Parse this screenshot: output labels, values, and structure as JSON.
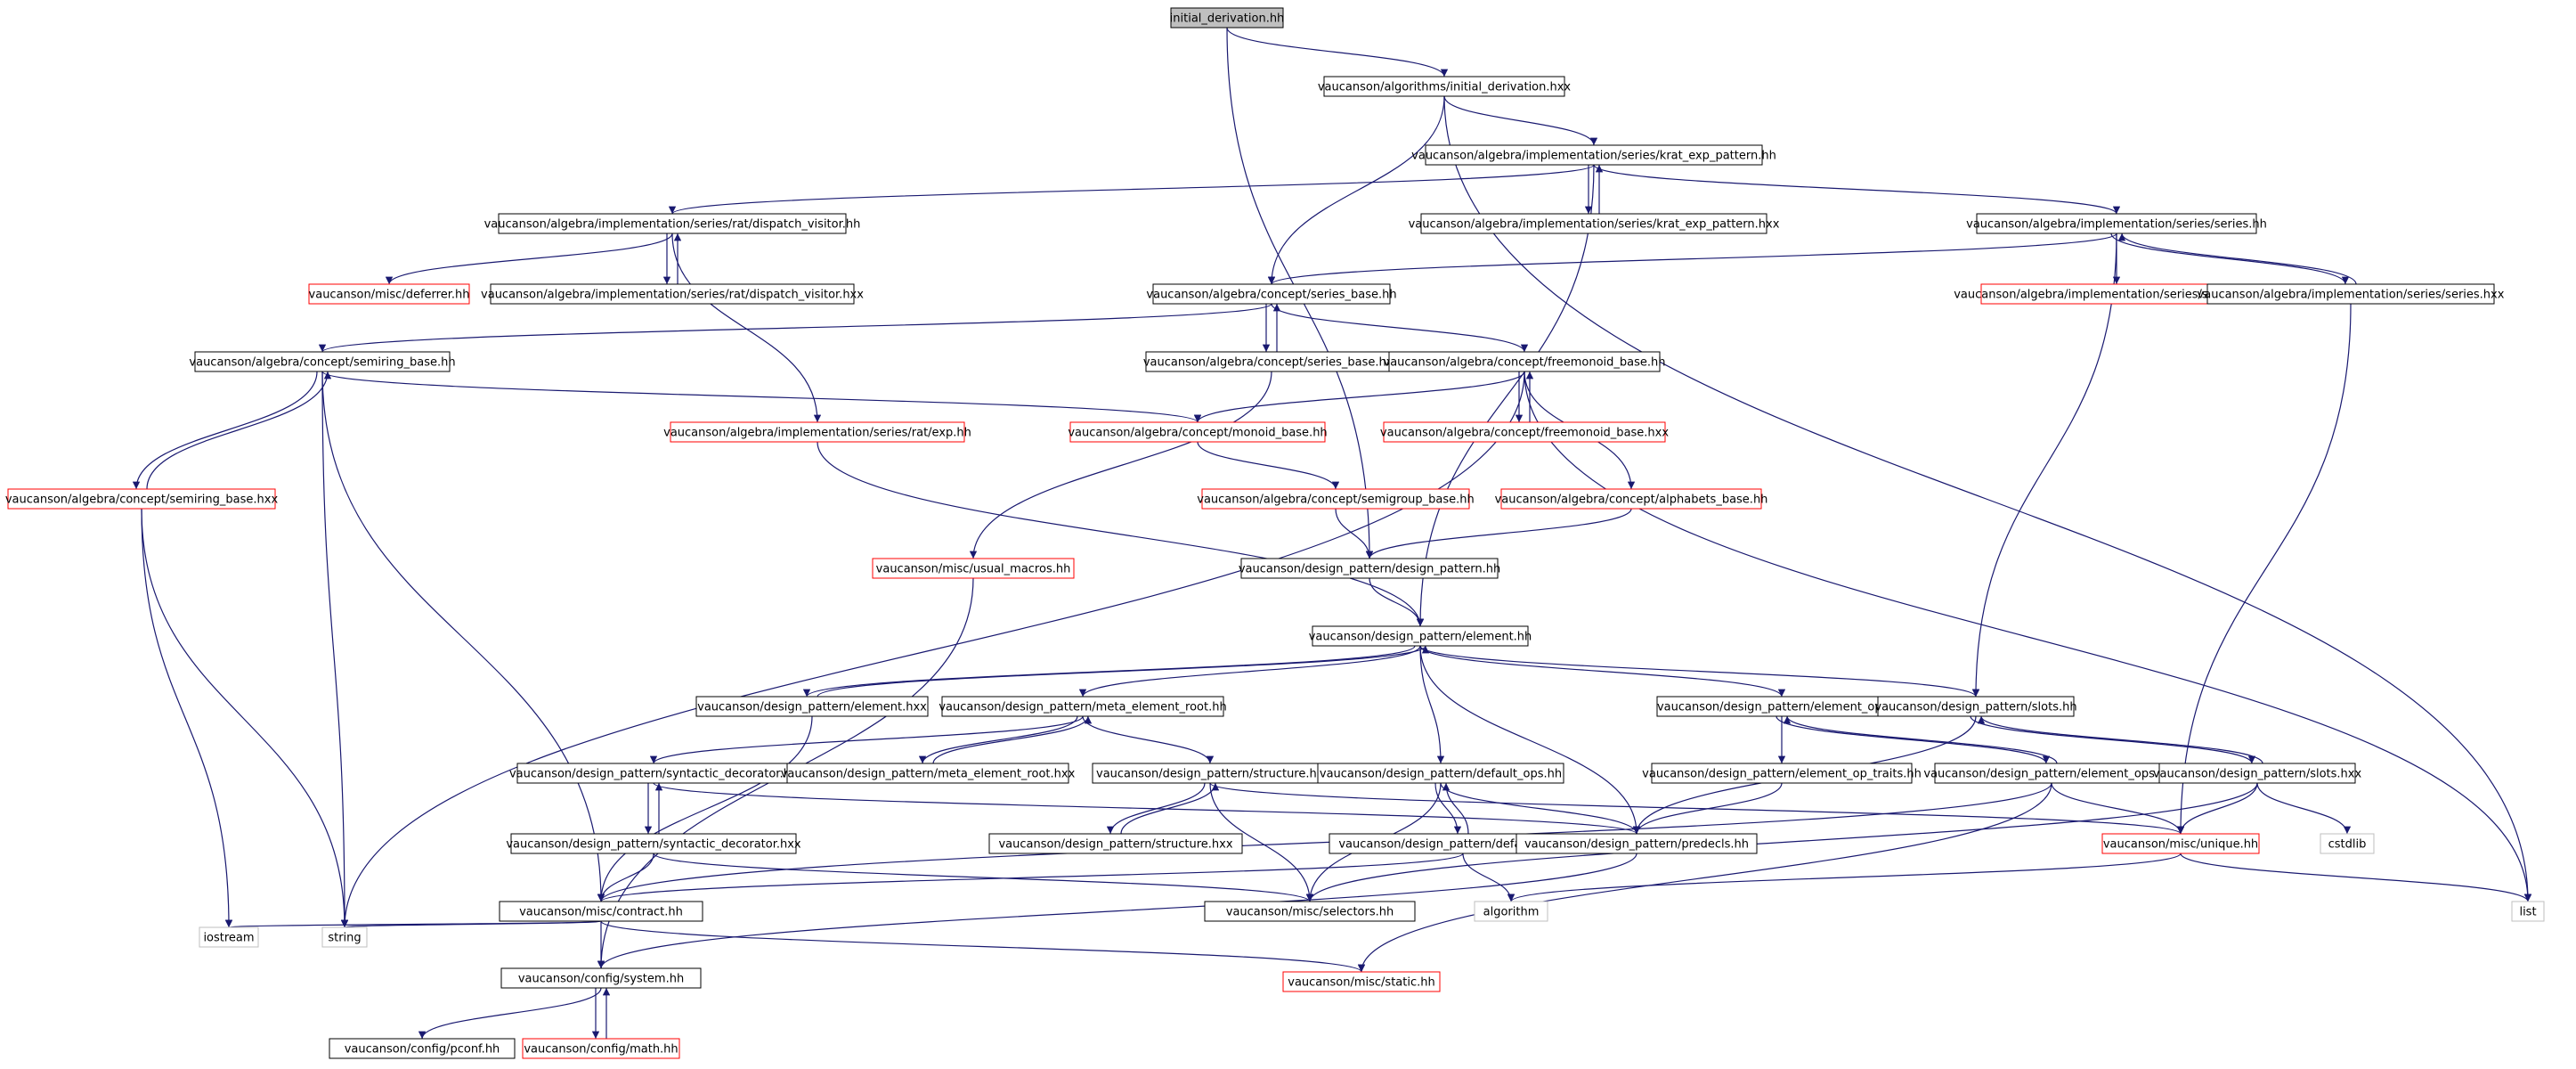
{
  "graph": {
    "title": "",
    "colors": {
      "edge": "#191970",
      "border_normal": "#000000",
      "border_truncated": "#ff0000",
      "border_external": "#bfbfbf",
      "root_fill": "#bfbfbf",
      "node_fill": "#ffffff"
    },
    "nodes": [
      {
        "id": "n0",
        "label": "initial_derivation.hh",
        "kind": "root"
      },
      {
        "id": "n1",
        "label": "vaucanson/algorithms/initial_derivation.hxx",
        "kind": "normal"
      },
      {
        "id": "n2",
        "label": "vaucanson/algebra/implementation/series/krat_exp_pattern.hh",
        "kind": "normal"
      },
      {
        "id": "n3",
        "label": "vaucanson/algebra/implementation/series/krat_exp_pattern.hxx",
        "kind": "normal"
      },
      {
        "id": "n4",
        "label": "vaucanson/algebra/implementation/series/rat/dispatch_visitor.hh",
        "kind": "normal"
      },
      {
        "id": "n5",
        "label": "vaucanson/algebra/implementation/series/series.hh",
        "kind": "normal"
      },
      {
        "id": "n6",
        "label": "vaucanson/misc/deferrer.hh",
        "kind": "truncated"
      },
      {
        "id": "n7",
        "label": "vaucanson/algebra/implementation/series/rat/dispatch_visitor.hxx",
        "kind": "normal"
      },
      {
        "id": "n8",
        "label": "vaucanson/algebra/implementation/series/series_rep.hh",
        "kind": "truncated"
      },
      {
        "id": "n9",
        "label": "vaucanson/algebra/implementation/series/series.hxx",
        "kind": "normal"
      },
      {
        "id": "n10",
        "label": "vaucanson/algebra/concept/series_base.hh",
        "kind": "normal"
      },
      {
        "id": "n11",
        "label": "vaucanson/algebra/concept/semiring_base.hh",
        "kind": "normal"
      },
      {
        "id": "n12",
        "label": "vaucanson/algebra/concept/series_base.hxx",
        "kind": "normal"
      },
      {
        "id": "n13",
        "label": "vaucanson/algebra/concept/freemonoid_base.hh",
        "kind": "normal"
      },
      {
        "id": "n14",
        "label": "vaucanson/algebra/implementation/series/rat/exp.hh",
        "kind": "truncated"
      },
      {
        "id": "n15",
        "label": "vaucanson/algebra/concept/monoid_base.hh",
        "kind": "truncated"
      },
      {
        "id": "n16",
        "label": "vaucanson/algebra/concept/freemonoid_base.hxx",
        "kind": "truncated"
      },
      {
        "id": "n17",
        "label": "vaucanson/algebra/concept/semiring_base.hxx",
        "kind": "truncated"
      },
      {
        "id": "n18",
        "label": "vaucanson/algebra/concept/semigroup_base.hh",
        "kind": "truncated"
      },
      {
        "id": "n19",
        "label": "vaucanson/algebra/concept/alphabets_base.hh",
        "kind": "truncated"
      },
      {
        "id": "n20",
        "label": "vaucanson/misc/usual_macros.hh",
        "kind": "truncated"
      },
      {
        "id": "n21",
        "label": "vaucanson/design_pattern/design_pattern.hh",
        "kind": "normal"
      },
      {
        "id": "n22",
        "label": "vaucanson/design_pattern/element.hh",
        "kind": "normal"
      },
      {
        "id": "n23",
        "label": "vaucanson/design_pattern/element.hxx",
        "kind": "normal"
      },
      {
        "id": "n24",
        "label": "vaucanson/design_pattern/meta_element_root.hh",
        "kind": "normal"
      },
      {
        "id": "n25",
        "label": "vaucanson/design_pattern/element_ops.hh",
        "kind": "normal"
      },
      {
        "id": "n26",
        "label": "vaucanson/design_pattern/slots.hh",
        "kind": "normal"
      },
      {
        "id": "n27",
        "label": "vaucanson/design_pattern/syntactic_decorator.hh",
        "kind": "normal"
      },
      {
        "id": "n28",
        "label": "vaucanson/design_pattern/meta_element_root.hxx",
        "kind": "normal"
      },
      {
        "id": "n29",
        "label": "vaucanson/design_pattern/structure.hh",
        "kind": "normal"
      },
      {
        "id": "n30",
        "label": "vaucanson/design_pattern/default_ops.hh",
        "kind": "normal"
      },
      {
        "id": "n31",
        "label": "vaucanson/design_pattern/element_op_traits.hh",
        "kind": "normal"
      },
      {
        "id": "n32",
        "label": "vaucanson/design_pattern/element_ops.hxx",
        "kind": "normal"
      },
      {
        "id": "n33",
        "label": "vaucanson/design_pattern/slots.hxx",
        "kind": "normal"
      },
      {
        "id": "n34",
        "label": "vaucanson/design_pattern/syntactic_decorator.hxx",
        "kind": "normal"
      },
      {
        "id": "n35",
        "label": "vaucanson/design_pattern/structure.hxx",
        "kind": "normal"
      },
      {
        "id": "n36",
        "label": "vaucanson/design_pattern/default_ops.hxx",
        "kind": "normal"
      },
      {
        "id": "n37",
        "label": "vaucanson/design_pattern/predecls.hh",
        "kind": "normal"
      },
      {
        "id": "n38",
        "label": "vaucanson/misc/unique.hh",
        "kind": "truncated"
      },
      {
        "id": "n39",
        "label": "cstdlib",
        "kind": "external"
      },
      {
        "id": "n40",
        "label": "vaucanson/misc/contract.hh",
        "kind": "normal"
      },
      {
        "id": "n41",
        "label": "vaucanson/misc/selectors.hh",
        "kind": "normal"
      },
      {
        "id": "n42",
        "label": "algorithm",
        "kind": "external"
      },
      {
        "id": "n43",
        "label": "list",
        "kind": "external"
      },
      {
        "id": "n44",
        "label": "iostream",
        "kind": "external"
      },
      {
        "id": "n45",
        "label": "string",
        "kind": "external"
      },
      {
        "id": "n46",
        "label": "vaucanson/config/system.hh",
        "kind": "normal"
      },
      {
        "id": "n47",
        "label": "vaucanson/misc/static.hh",
        "kind": "truncated"
      },
      {
        "id": "n48",
        "label": "vaucanson/config/pconf.hh",
        "kind": "normal"
      },
      {
        "id": "n49",
        "label": "vaucanson/config/math.hh",
        "kind": "truncated"
      }
    ],
    "edges": [
      [
        "n0",
        "n1"
      ],
      [
        "n0",
        "n21"
      ],
      [
        "n1",
        "n2"
      ],
      [
        "n1",
        "n10"
      ],
      [
        "n1",
        "n43"
      ],
      [
        "n2",
        "n3"
      ],
      [
        "n3",
        "n2"
      ],
      [
        "n2",
        "n4"
      ],
      [
        "n2",
        "n5"
      ],
      [
        "n2",
        "n22"
      ],
      [
        "n4",
        "n6"
      ],
      [
        "n4",
        "n7"
      ],
      [
        "n7",
        "n4"
      ],
      [
        "n4",
        "n14"
      ],
      [
        "n5",
        "n10"
      ],
      [
        "n5",
        "n8"
      ],
      [
        "n5",
        "n9"
      ],
      [
        "n9",
        "n5"
      ],
      [
        "n5",
        "n26"
      ],
      [
        "n9",
        "n38"
      ],
      [
        "n10",
        "n11"
      ],
      [
        "n10",
        "n12"
      ],
      [
        "n12",
        "n10"
      ],
      [
        "n10",
        "n13"
      ],
      [
        "n12",
        "n20"
      ],
      [
        "n11",
        "n17"
      ],
      [
        "n17",
        "n11"
      ],
      [
        "n11",
        "n15"
      ],
      [
        "n11",
        "n45"
      ],
      [
        "n11",
        "n40"
      ],
      [
        "n17",
        "n44"
      ],
      [
        "n17",
        "n45"
      ],
      [
        "n13",
        "n15"
      ],
      [
        "n13",
        "n16"
      ],
      [
        "n16",
        "n13"
      ],
      [
        "n13",
        "n19"
      ],
      [
        "n13",
        "n43"
      ],
      [
        "n13",
        "n45"
      ],
      [
        "n14",
        "n22"
      ],
      [
        "n15",
        "n18"
      ],
      [
        "n18",
        "n21"
      ],
      [
        "n19",
        "n21"
      ],
      [
        "n20",
        "n46"
      ],
      [
        "n21",
        "n22"
      ],
      [
        "n22",
        "n23"
      ],
      [
        "n23",
        "n22"
      ],
      [
        "n22",
        "n24"
      ],
      [
        "n22",
        "n25"
      ],
      [
        "n22",
        "n26"
      ],
      [
        "n22",
        "n30"
      ],
      [
        "n22",
        "n37"
      ],
      [
        "n23",
        "n40"
      ],
      [
        "n24",
        "n27"
      ],
      [
        "n24",
        "n28"
      ],
      [
        "n28",
        "n24"
      ],
      [
        "n24",
        "n29"
      ],
      [
        "n27",
        "n34"
      ],
      [
        "n34",
        "n27"
      ],
      [
        "n27",
        "n37"
      ],
      [
        "n34",
        "n40"
      ],
      [
        "n34",
        "n41"
      ],
      [
        "n29",
        "n35"
      ],
      [
        "n35",
        "n29"
      ],
      [
        "n29",
        "n41"
      ],
      [
        "n29",
        "n38"
      ],
      [
        "n30",
        "n36"
      ],
      [
        "n36",
        "n30"
      ],
      [
        "n30",
        "n37"
      ],
      [
        "n30",
        "n41"
      ],
      [
        "n36",
        "n40"
      ],
      [
        "n36",
        "n42"
      ],
      [
        "n25",
        "n31"
      ],
      [
        "n25",
        "n32"
      ],
      [
        "n32",
        "n25"
      ],
      [
        "n31",
        "n37"
      ],
      [
        "n32",
        "n38"
      ],
      [
        "n32",
        "n40"
      ],
      [
        "n32",
        "n47"
      ],
      [
        "n26",
        "n33"
      ],
      [
        "n33",
        "n26"
      ],
      [
        "n26",
        "n37"
      ],
      [
        "n33",
        "n38"
      ],
      [
        "n33",
        "n39"
      ],
      [
        "n33",
        "n41"
      ],
      [
        "n37",
        "n46"
      ],
      [
        "n38",
        "n43"
      ],
      [
        "n38",
        "n42"
      ],
      [
        "n40",
        "n44"
      ],
      [
        "n40",
        "n45"
      ],
      [
        "n40",
        "n46"
      ],
      [
        "n40",
        "n47"
      ],
      [
        "n46",
        "n48"
      ],
      [
        "n46",
        "n49"
      ],
      [
        "n49",
        "n46"
      ]
    ]
  }
}
